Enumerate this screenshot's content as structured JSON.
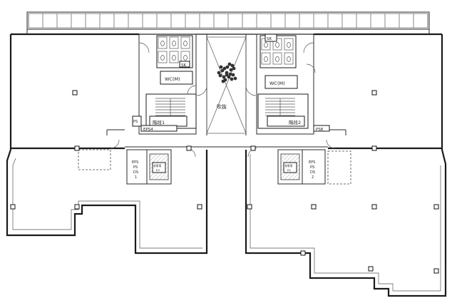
{
  "labels": {
    "wc_left": "WC(M)",
    "wc_right": "WC(M)",
    "sk_left": "SK",
    "sk_right": "SK",
    "stair_left": "階段1",
    "stair_right": "階段2",
    "atrium": "吹抜",
    "eps_left": "EPS4",
    "ps_right": "PS8",
    "ps_left_small": "PS",
    "shaft_left_1": "EPS",
    "shaft_left_2": "PS",
    "shaft_left_3": "DS",
    "shaft_left_4": "1",
    "shaft_right_1": "EPS",
    "shaft_right_2": "PS",
    "shaft_right_3": "DS",
    "shaft_right_4": "2",
    "elev_left_1": "非常用",
    "elev_left_2": "EV",
    "elev_right_1": "非常用",
    "elev_right_2": "EV"
  },
  "colors": {
    "wall": "#1a1a1a",
    "background": "#ffffff",
    "tree": "#333333"
  }
}
